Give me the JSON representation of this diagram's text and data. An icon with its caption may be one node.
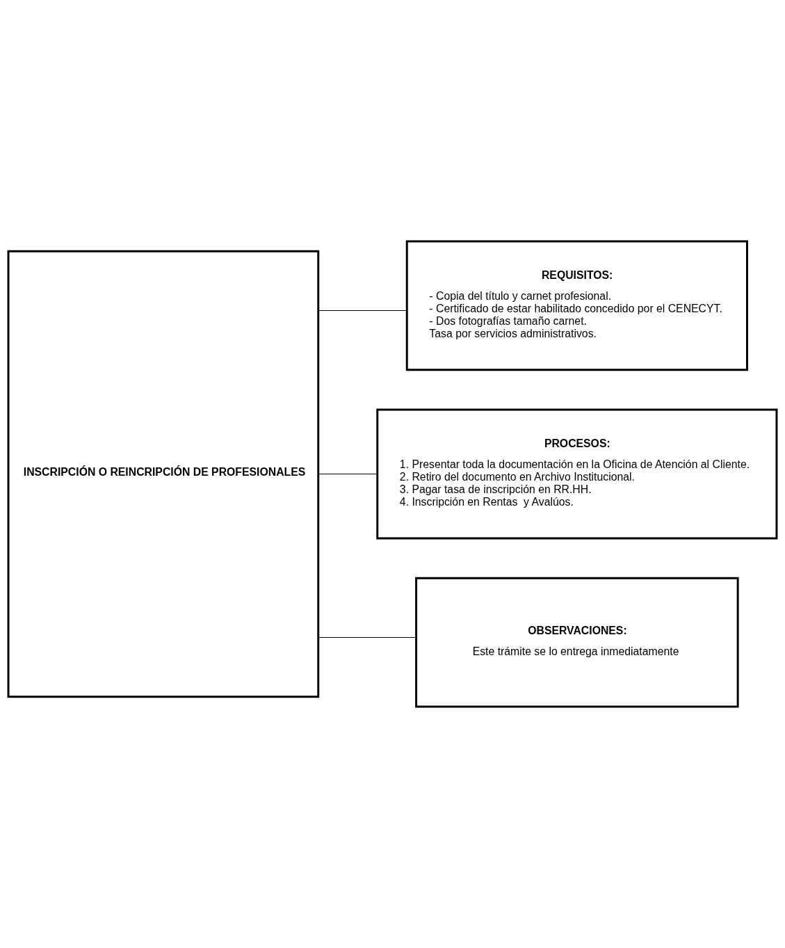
{
  "diagram": {
    "nodes": [
      {
        "text": [
          "INSCRIPCIÓN O REINCRIPCIÓN DE PROFESIONALES"
        ]
      },
      {
        "text": [
          "REQUISITOS:",
          "- Copia del título y carnet profesional.",
          "- Certificado de estar habilitado concedido por el CENECYT.",
          "- Dos fotografías tamaño carnet.",
          "Tasa por servicios administrativos."
        ]
      },
      {
        "text": [
          "PROCESOS:",
          "1. Presentar toda la documentación en la Oficina de Atención al Cliente.",
          "2. Retiro del documento en Archivo Institucional.",
          "3. Pagar tasa de inscripción en RR.HH.",
          "4. Inscripción en Rentas  y Avalúos."
        ]
      },
      {
        "text": [
          "OBSERVACIONES:",
          "Este trámite se lo entrega inmediatamente"
        ]
      }
    ],
    "edges": [
      {
        "from": 0,
        "to": 1,
        "arrow": "none"
      },
      {
        "from": 0,
        "to": 2,
        "arrow": "none"
      },
      {
        "from": 0,
        "to": 3,
        "arrow": "none"
      }
    ]
  }
}
